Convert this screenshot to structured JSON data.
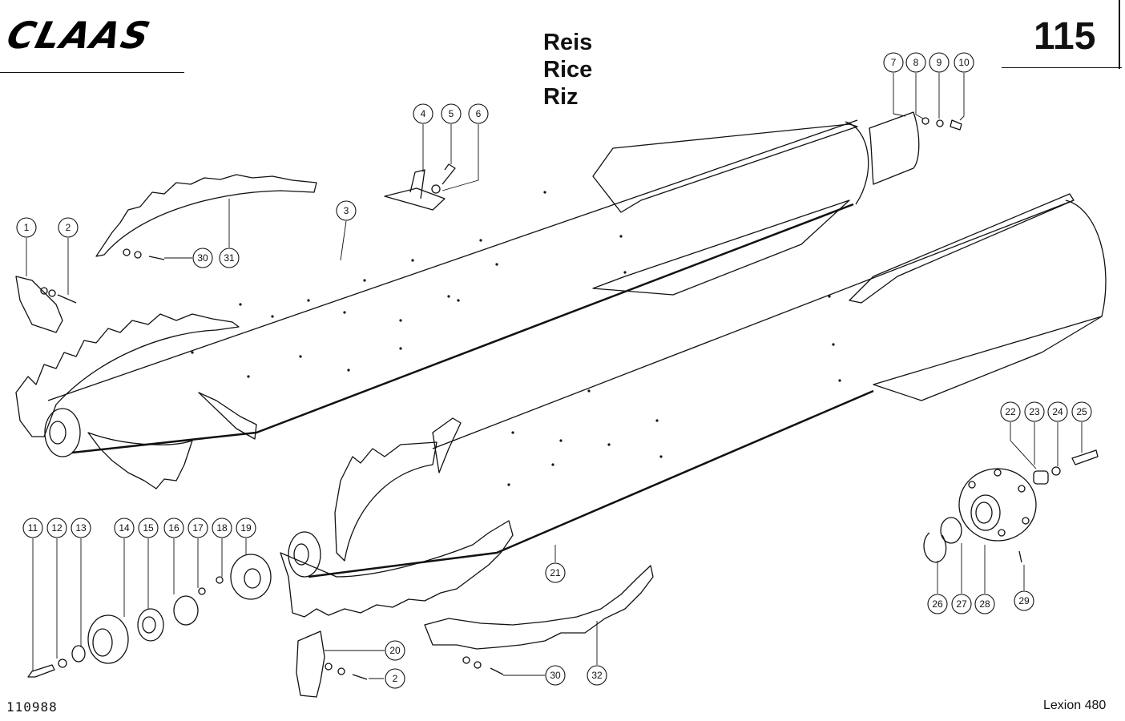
{
  "header": {
    "brand": "CLAAS",
    "page_number": "115",
    "title_lines": [
      "Reis",
      "Rice",
      "Riz"
    ]
  },
  "footer": {
    "document_number": "110988",
    "model": "Lexion 480"
  },
  "callouts": [
    {
      "id": "c1",
      "label": "1"
    },
    {
      "id": "c2a",
      "label": "2"
    },
    {
      "id": "c3",
      "label": "3"
    },
    {
      "id": "c4",
      "label": "4"
    },
    {
      "id": "c5",
      "label": "5"
    },
    {
      "id": "c6",
      "label": "6"
    },
    {
      "id": "c7",
      "label": "7"
    },
    {
      "id": "c8",
      "label": "8"
    },
    {
      "id": "c9",
      "label": "9"
    },
    {
      "id": "c10",
      "label": "10"
    },
    {
      "id": "c11",
      "label": "11"
    },
    {
      "id": "c12",
      "label": "12"
    },
    {
      "id": "c13",
      "label": "13"
    },
    {
      "id": "c14",
      "label": "14"
    },
    {
      "id": "c15",
      "label": "15"
    },
    {
      "id": "c16",
      "label": "16"
    },
    {
      "id": "c17",
      "label": "17"
    },
    {
      "id": "c18",
      "label": "18"
    },
    {
      "id": "c19",
      "label": "19"
    },
    {
      "id": "c20",
      "label": "20"
    },
    {
      "id": "c2b",
      "label": "2"
    },
    {
      "id": "c21",
      "label": "21"
    },
    {
      "id": "c22",
      "label": "22"
    },
    {
      "id": "c23",
      "label": "23"
    },
    {
      "id": "c24",
      "label": "24"
    },
    {
      "id": "c25",
      "label": "25"
    },
    {
      "id": "c26",
      "label": "26"
    },
    {
      "id": "c27",
      "label": "27"
    },
    {
      "id": "c28",
      "label": "28"
    },
    {
      "id": "c29",
      "label": "29"
    },
    {
      "id": "c30a",
      "label": "30"
    },
    {
      "id": "c31",
      "label": "31"
    },
    {
      "id": "c30b",
      "label": "30"
    },
    {
      "id": "c32",
      "label": "32"
    }
  ]
}
